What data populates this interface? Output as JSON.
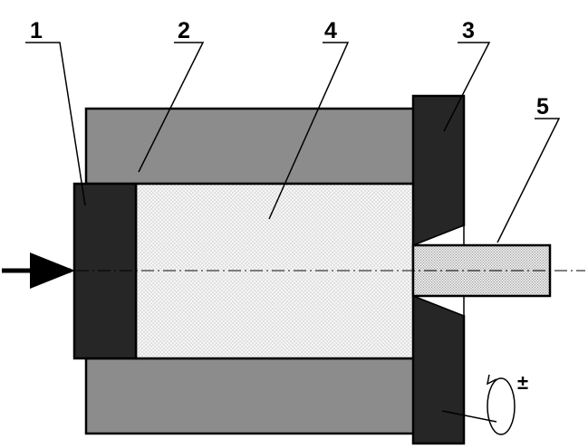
{
  "labels": {
    "part1": "1",
    "part2": "2",
    "part3": "3",
    "part4": "4",
    "part5": "5"
  },
  "rotation_sign": "±",
  "colors": {
    "container": "#8c8c8c",
    "piston": "#262626",
    "die": "#262626",
    "powder_fill": "#f3f3f3",
    "outline": "#000000"
  }
}
